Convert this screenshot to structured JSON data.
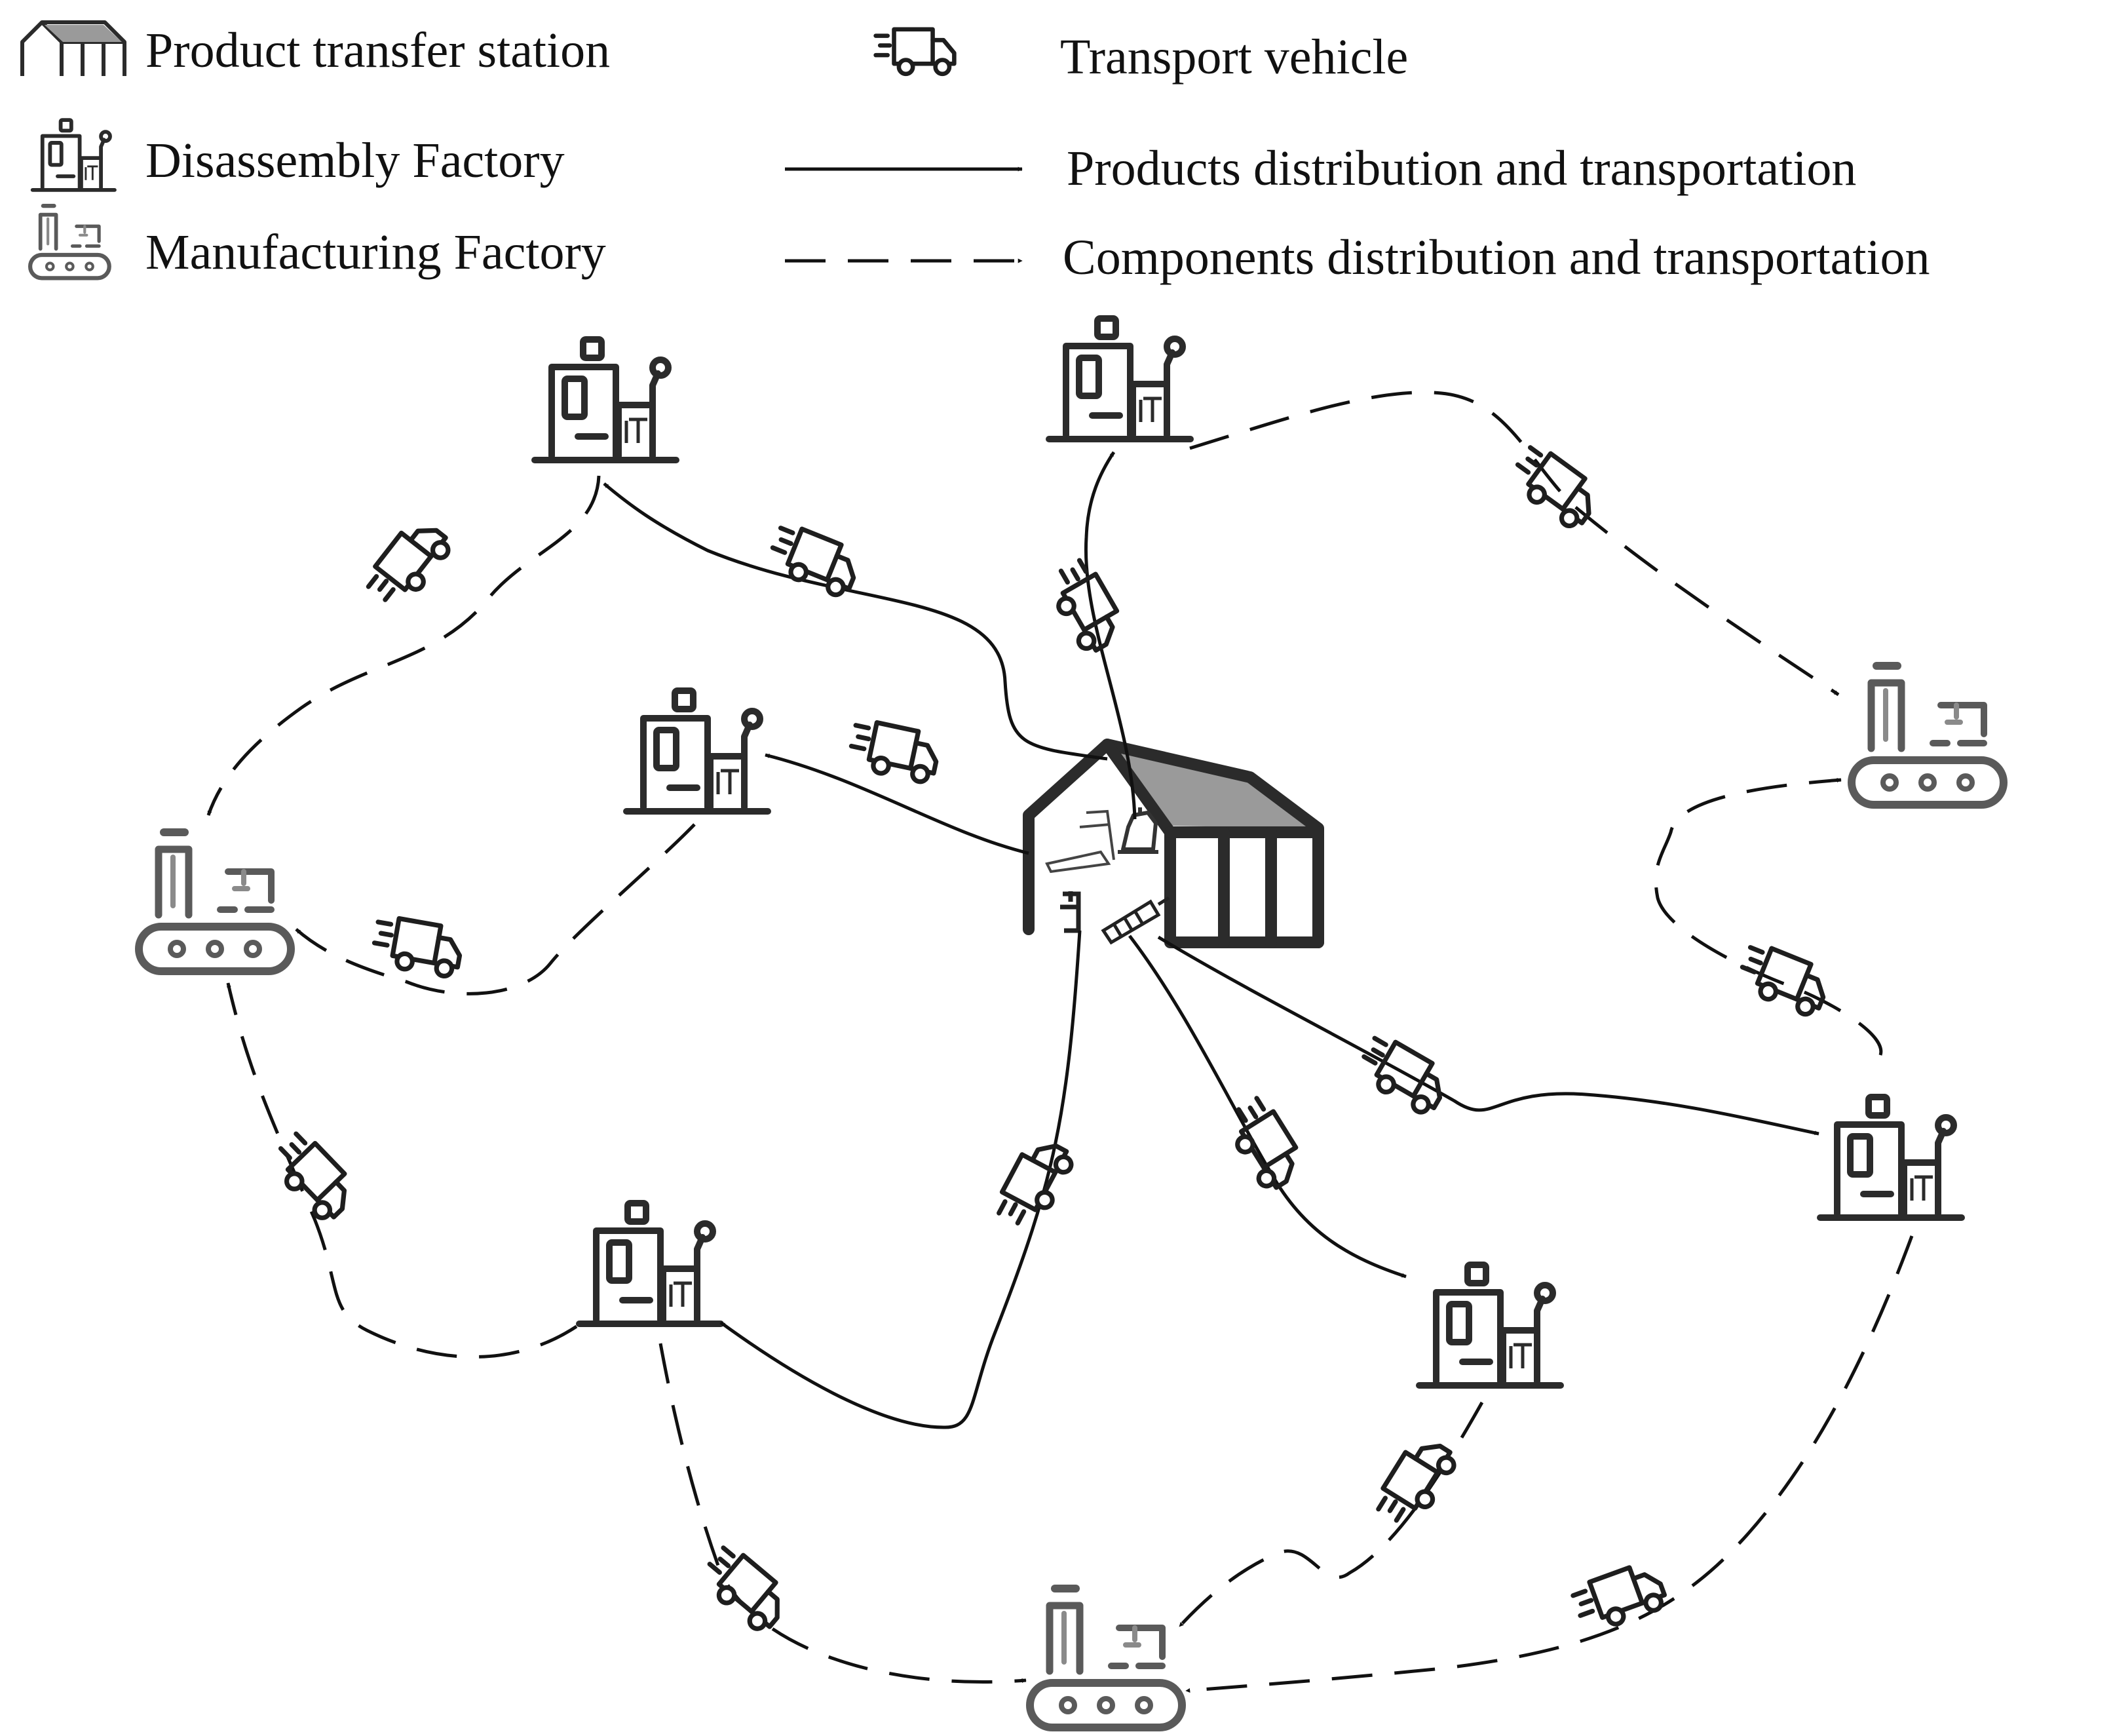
{
  "legend": {
    "transfer_station": "Product transfer station",
    "transport_vehicle": "Transport vehicle",
    "disassembly_factory": "Disassembly Factory",
    "manufacturing_factory": "Manufacturing Factory",
    "products_flow": "Products distribution and transportation",
    "components_flow": "Components distribution and transportation"
  },
  "icons": {
    "transfer_station": "warehouse-icon",
    "transport_vehicle": "delivery-truck-icon",
    "disassembly_factory": "disassembly-factory-icon",
    "manufacturing_factory": "conveyor-factory-icon",
    "products_at_station": [
      "treadmill-icon",
      "kettle-icon",
      "clamp-icon",
      "motor-rotor-icon"
    ]
  },
  "colors": {
    "line": "#111111",
    "icon_stroke": "#2b2b2b",
    "manufacturing_stroke": "#555555",
    "roof_fill": "#9a9a9a"
  }
}
